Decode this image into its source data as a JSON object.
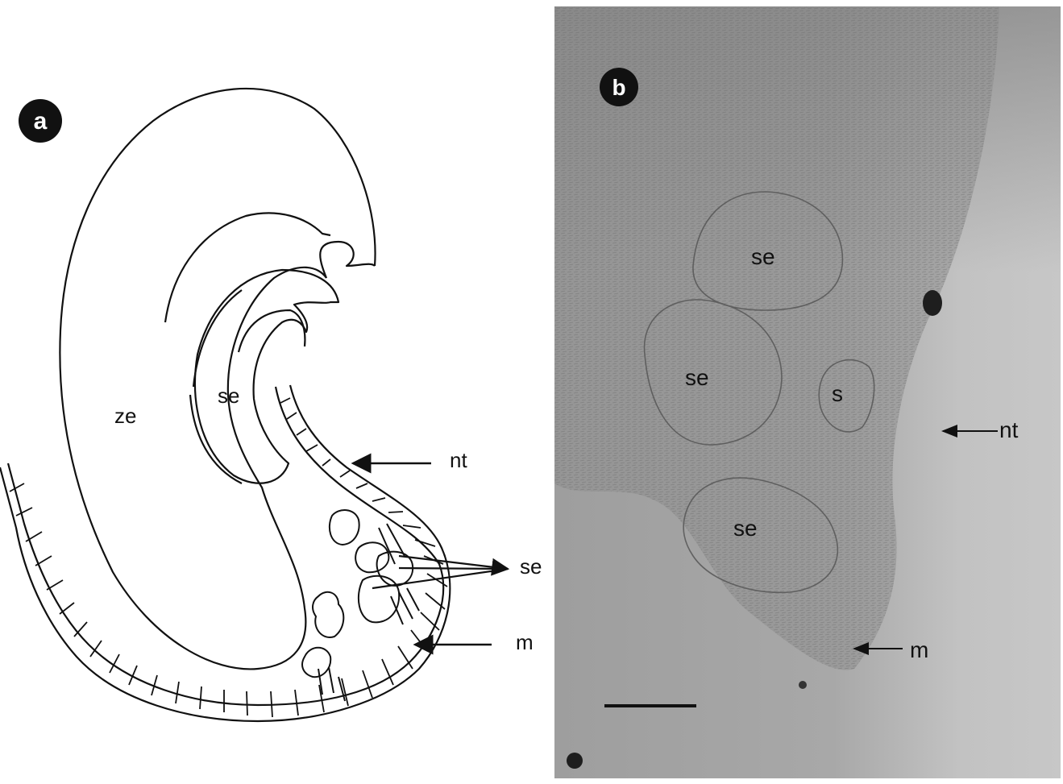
{
  "panel_a": {
    "badge": "a",
    "labels": {
      "ze": "ze",
      "se_inner": "se",
      "nt": "nt",
      "se_arrow": "se",
      "m": "m"
    }
  },
  "panel_b": {
    "badge": "b",
    "labels": {
      "se_top": "se",
      "se_mid": "se",
      "s": "s",
      "nt": "nt",
      "se_bottom": "se",
      "m": "m"
    }
  },
  "colors": {
    "line": "#111111",
    "photo_background": "#b9b9b9",
    "tissue": "#8f8f8f"
  }
}
